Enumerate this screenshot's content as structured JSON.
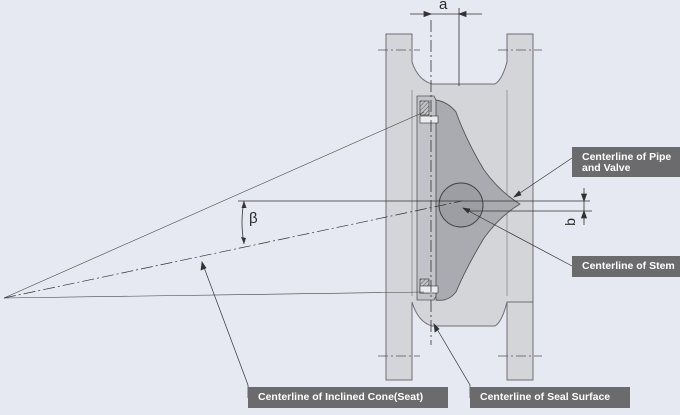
{
  "dimensions": {
    "a": "a",
    "b": "b",
    "beta": "β"
  },
  "callouts": {
    "pipe_valve": "Centerline of Pipe\nand Valve",
    "stem": "Centerline of Stem",
    "cone_seat": "Centerline of Inclined Cone(Seat)",
    "seal_surface": "Centerline of Seal Surface"
  },
  "colors": {
    "background": "#e6e8f2",
    "body_fill": "#d4d5d9",
    "disc_fill": "#aaabb0",
    "callout_bg": "#6b6b6d",
    "line": "#4a4a4a"
  }
}
